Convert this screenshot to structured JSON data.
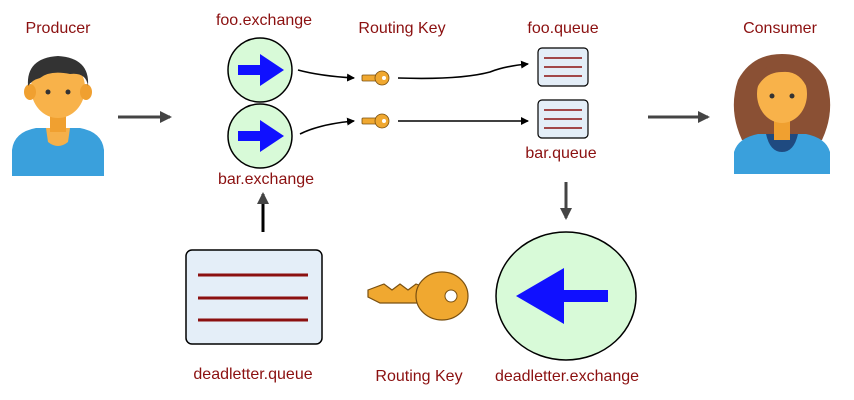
{
  "labels": {
    "producer": "Producer",
    "consumer": "Consumer",
    "foo_exchange": "foo.exchange",
    "bar_exchange": "bar.exchange",
    "routing_key_top": "Routing Key",
    "foo_queue": "foo.queue",
    "bar_queue": "bar.queue",
    "deadletter_queue": "deadletter.queue",
    "routing_key_bottom": "Routing Key",
    "deadletter_exchange": "deadletter.exchange"
  },
  "colors": {
    "label": "#8b1010",
    "exchange_fill": "#d8fad8",
    "arrow_blue": "#1010ff",
    "queue_fill": "#e4eef8",
    "queue_line": "#8b1010",
    "key": "#f0a830",
    "connector": "#444444"
  }
}
